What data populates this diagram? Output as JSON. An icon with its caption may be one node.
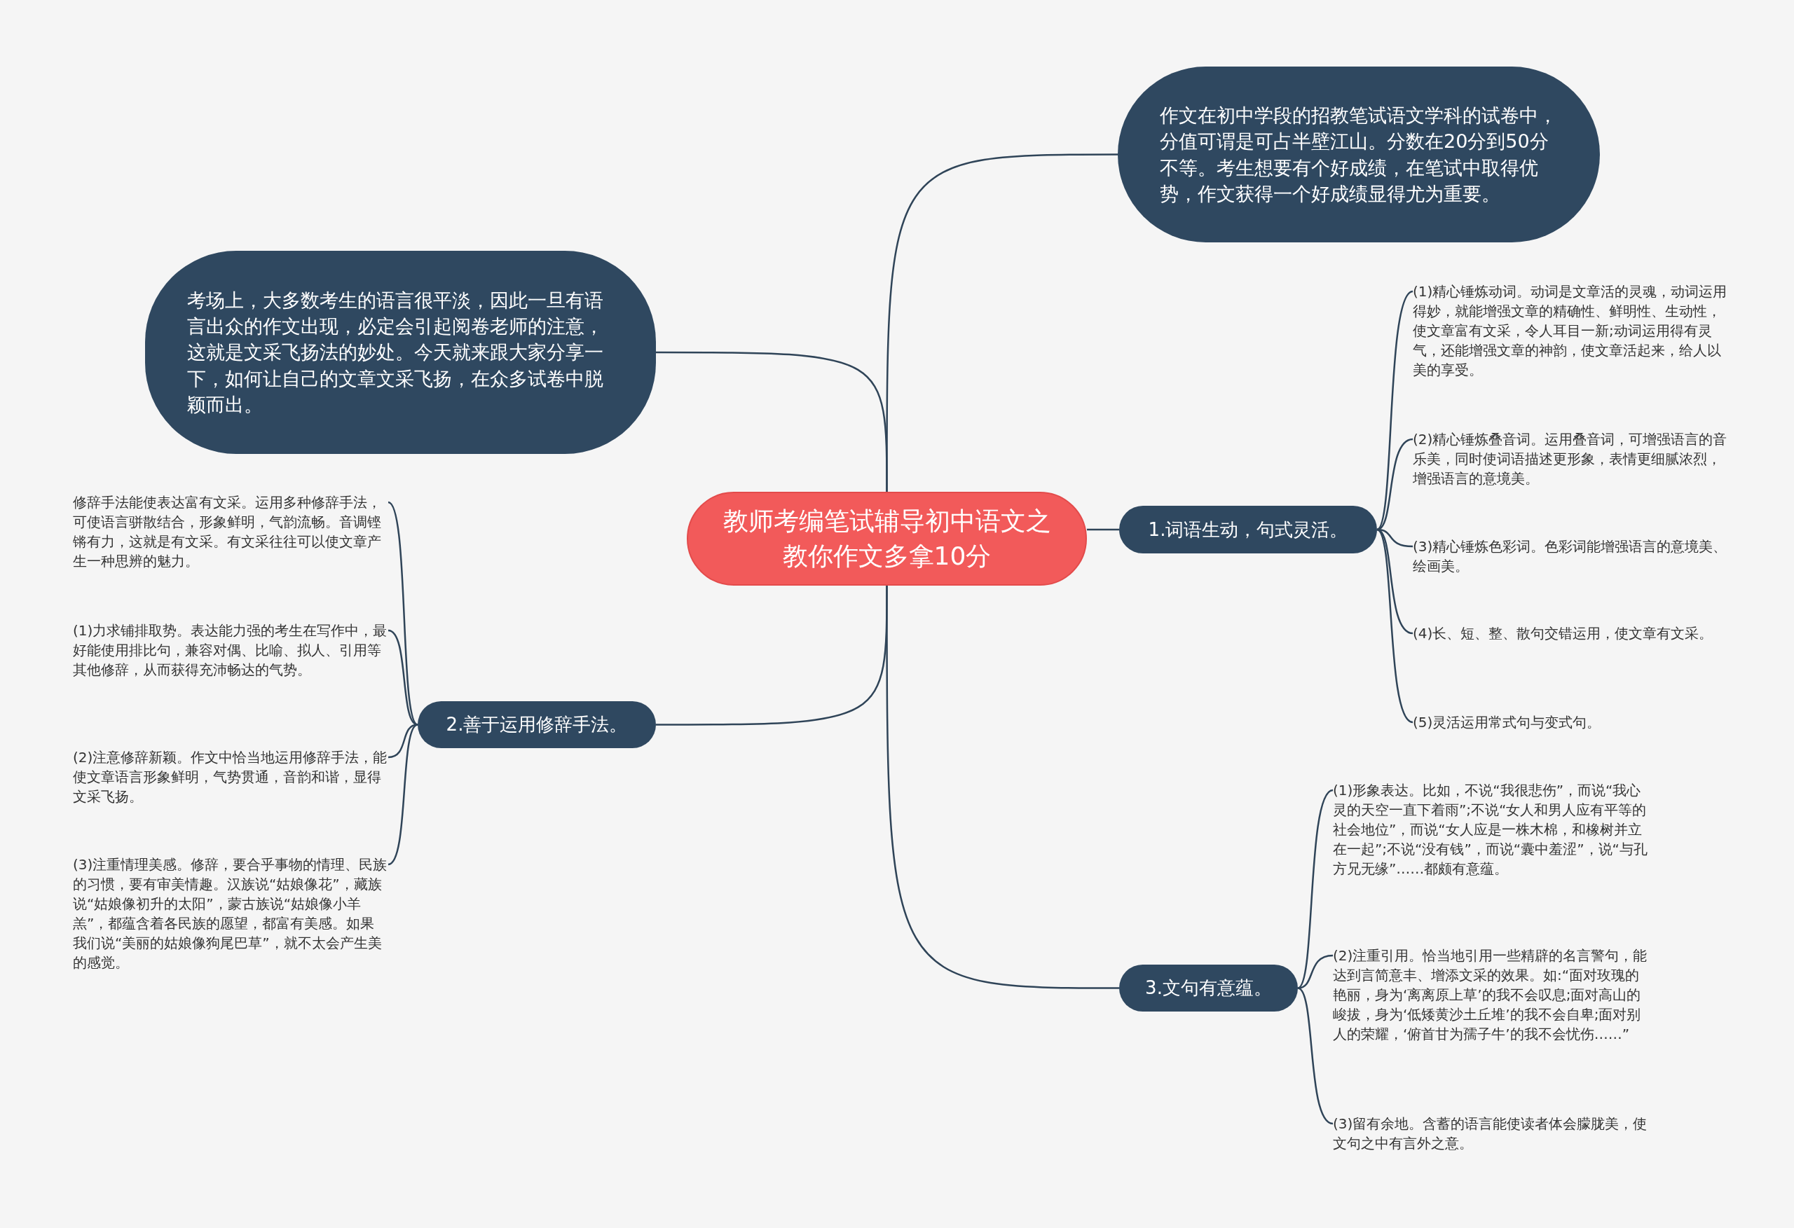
{
  "diagram": {
    "nodes": [
      {
        "text": [
          "教师考编笔试辅导初中语文之教你作文多拿10分"
        ]
      },
      {
        "text": [
          "作文在初中学段的招教笔试语文学科的试卷中，分值可谓是可占半壁江山。分数在20分到50分不等。考生想要有个好成绩，在笔试中取得优势，作文获得一个好成绩显得尤为重要。"
        ]
      },
      {
        "text": [
          "考场上，大多数考生的语言很平淡，因此一旦有语言出众的作文出现，必定会引起阅卷老师的注意，这就是文采飞扬法的妙处。今天就来跟大家分享一下，如何让自己的文章文采飞扬，在众多试卷中脱颖而出。"
        ]
      },
      {
        "text": [
          "1.词语生动，句式灵活。"
        ]
      },
      {
        "text": [
          "(1)精心锤炼动词。动词是文章活的灵魂，动词运用得妙，就能增强文章的精确性、鲜明性、生动性，使文章富有文采，令人耳目一新;动词运用得有灵气，还能增强文章的神韵，使文章活起来，给人以美的享受。"
        ]
      },
      {
        "text": [
          "(2)精心锤炼叠音词。运用叠音词，可增强语言的音乐美，同时使词语描述更形象，表情更细腻浓烈，增强语言的意境美。"
        ]
      },
      {
        "text": [
          "(3)精心锤炼色彩词。色彩词能增强语言的意境美、绘画美。"
        ]
      },
      {
        "text": [
          "(4)长、短、整、散句交错运用，使文章有文采。"
        ]
      },
      {
        "text": [
          "(5)灵活运用常式句与变式句。"
        ]
      },
      {
        "text": [
          "2.善于运用修辞手法。"
        ]
      },
      {
        "text": [
          "修辞手法能使表达富有文采。运用多种修辞手法，可使语言骈散结合，形象鲜明，气韵流畅。音调铿锵有力，这就是有文采。有文采往往可以使文章产生一种思辨的魅力。"
        ]
      },
      {
        "text": [
          "(1)力求铺排取势。表达能力强的考生在写作中，最好能使用排比句，兼容对偶、比喻、拟人、引用等其他修辞，从而获得充沛畅达的气势。"
        ]
      },
      {
        "text": [
          "(2)注意修辞新颖。作文中恰当地运用修辞手法，能使文章语言形象鲜明，气势贯通，音韵和谐，显得文采飞扬。"
        ]
      },
      {
        "text": [
          "(3)注重情理美感。修辞，要合乎事物的情理、民族的习惯，要有审美情趣。汉族说“姑娘像花”，藏族说“姑娘像初升的太阳”，蒙古族说“姑娘像小羊羔”，都蕴含着各民族的愿望，都富有美感。如果我们说“美丽的姑娘像狗尾巴草”，就不太会产生美的感觉。"
        ]
      },
      {
        "text": [
          "3.文句有意蕴。"
        ]
      },
      {
        "text": [
          "(1)形象表达。比如，不说“我很悲伤”，而说“我心灵的天空一直下着雨”;不说“女人和男人应有平等的社会地位”，而说“女人应是一株木棉，和橡树并立在一起”;不说“没有钱”，而说“囊中羞涩”，说“与孔方兄无缘”……都颇有意蕴。"
        ]
      },
      {
        "text": [
          "(2)注重引用。恰当地引用一些精辟的名言警句，能达到言简意丰、增添文采的效果。如:“面对玫瑰的艳丽，身为‘离离原上草’的我不会叹息;面对高山的峻拔，身为‘低矮黄沙土丘堆’的我不会自卑;面对别人的荣耀，‘俯首甘为孺子牛’的我不会忧伤……”"
        ]
      },
      {
        "text": [
          "(3)留有余地。含蓄的语言能使读者体会朦胧美，使文句之中有言外之意。"
        ]
      }
    ],
    "edges": [
      {
        "from": 0,
        "to": 1,
        "arrow": "none"
      },
      {
        "from": 0,
        "to": 2,
        "arrow": "none"
      },
      {
        "from": 0,
        "to": 3,
        "arrow": "none"
      },
      {
        "from": 0,
        "to": 9,
        "arrow": "none"
      },
      {
        "from": 0,
        "to": 14,
        "arrow": "none"
      },
      {
        "from": 3,
        "to": 4,
        "arrow": "none"
      },
      {
        "from": 3,
        "to": 5,
        "arrow": "none"
      },
      {
        "from": 3,
        "to": 6,
        "arrow": "none"
      },
      {
        "from": 3,
        "to": 7,
        "arrow": "none"
      },
      {
        "from": 3,
        "to": 8,
        "arrow": "none"
      },
      {
        "from": 9,
        "to": 10,
        "arrow": "none"
      },
      {
        "from": 9,
        "to": 11,
        "arrow": "none"
      },
      {
        "from": 9,
        "to": 12,
        "arrow": "none"
      },
      {
        "from": 9,
        "to": 13,
        "arrow": "none"
      },
      {
        "from": 14,
        "to": 15,
        "arrow": "none"
      },
      {
        "from": 14,
        "to": 16,
        "arrow": "none"
      },
      {
        "from": 14,
        "to": 17,
        "arrow": "none"
      }
    ]
  }
}
